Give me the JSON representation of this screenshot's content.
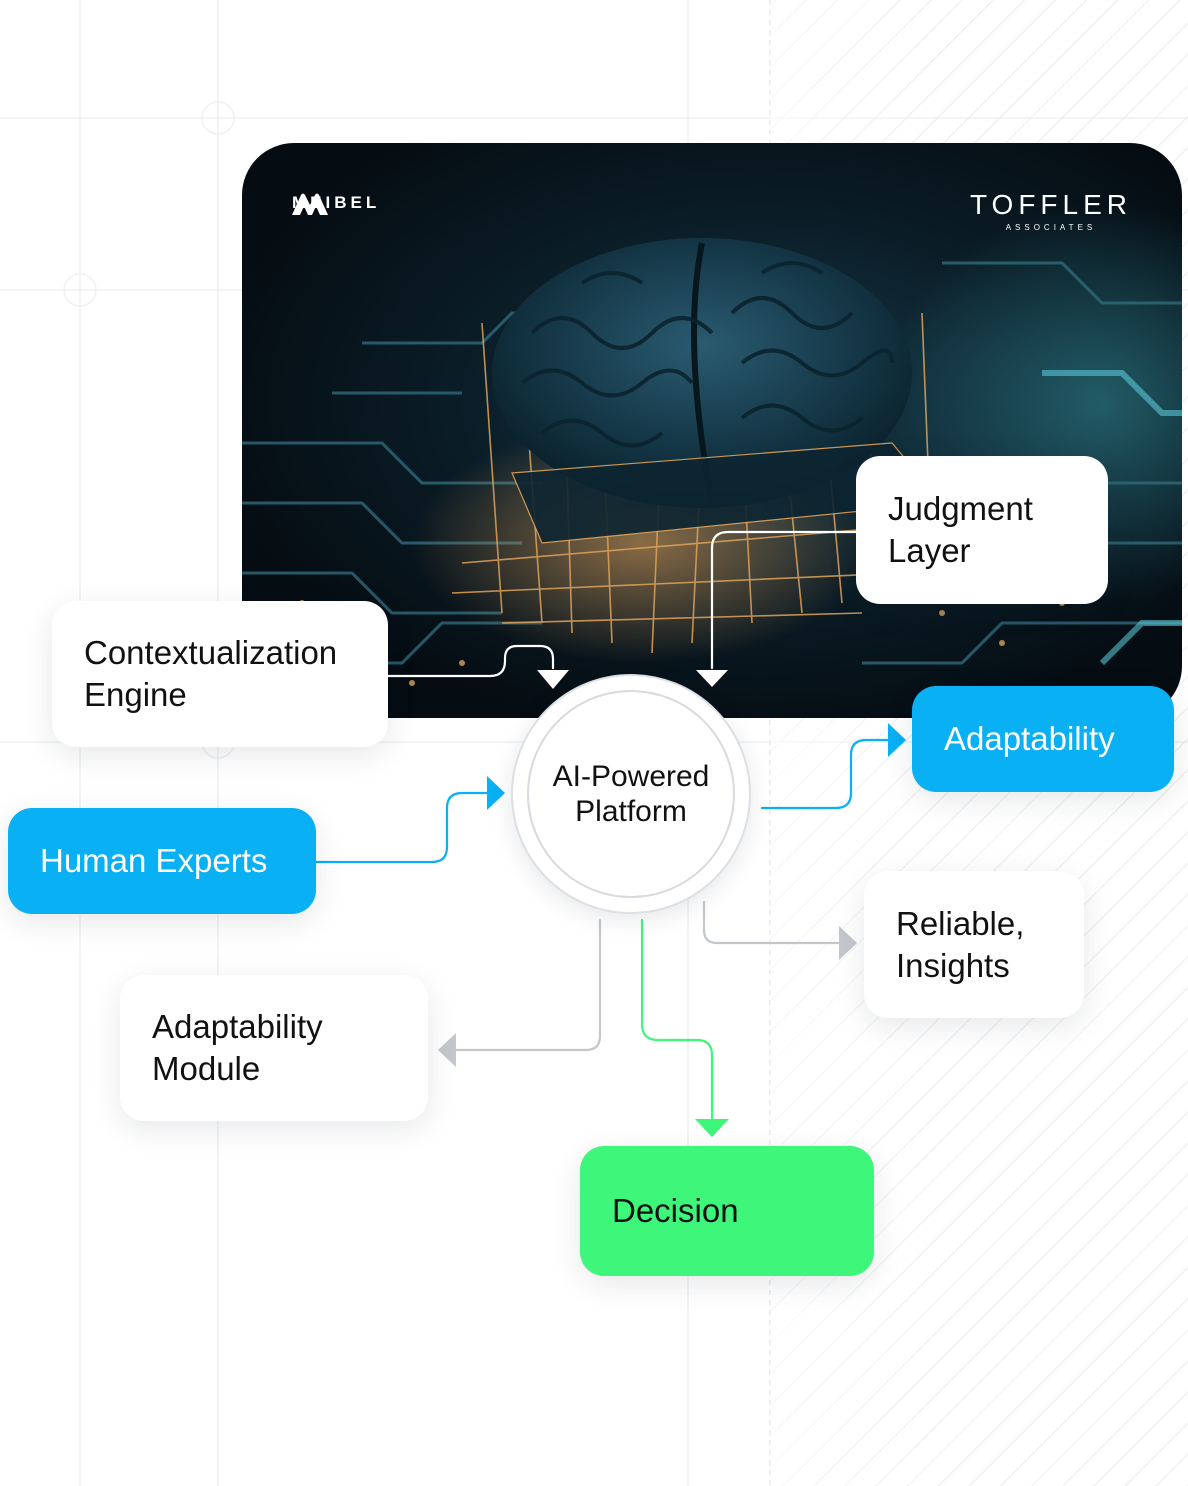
{
  "logos": {
    "left_brand": "MEIBEL",
    "right_brand": "TOFFLER",
    "right_brand_sub": "ASSOCIATES"
  },
  "hub": {
    "line1": "AI-Powered",
    "line2": "Platform"
  },
  "nodes": {
    "contextualization": {
      "line1": "Contextualization",
      "line2": "Engine"
    },
    "judgment": {
      "line1": "Judgment",
      "line2": "Layer"
    },
    "human_experts": {
      "label": "Human Experts"
    },
    "adaptability": {
      "label": "Adaptability"
    },
    "reliable": {
      "line1": "Reliable,",
      "line2": "Insights"
    },
    "adaptability_module": {
      "line1": "Adaptability",
      "line2": "Module"
    },
    "decision": {
      "label": "Decision"
    }
  },
  "colors": {
    "blue": "#09b0f4",
    "green": "#3ef77a",
    "gray_arrow": "#c3c7cc",
    "hero_dark": "#0a1c26",
    "accent_orange": "#e0a35a"
  },
  "icons": [
    "meibel-logo-icon"
  ]
}
